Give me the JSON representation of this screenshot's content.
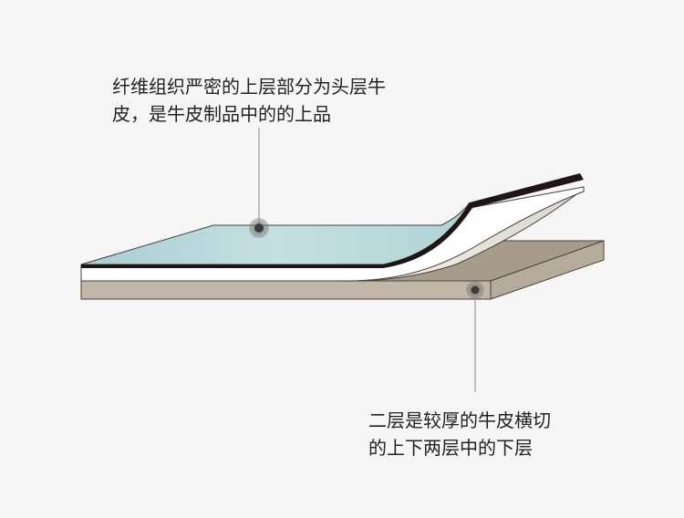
{
  "labels": {
    "top": {
      "line1": "纤维组织严密的上层部分为头层牛",
      "line2": "皮，是牛皮制品中的的上品"
    },
    "bottom": {
      "line1": "二层是较厚的牛皮横切",
      "line2": "的上下两层中的下层"
    }
  },
  "colors": {
    "background": "#f6f6f6",
    "top_layer_surface": "#b4d5d9",
    "top_layer_edge": "#1e1616",
    "white_layer": "#ffffff",
    "peeled_underside": "#dcdbd2",
    "split_layer_top": "#a79c8c",
    "split_layer_side": "#b7ac9c",
    "split_layer_front": "#c0b7a9",
    "outline": "#4a4038",
    "marker": "#3a3a3a",
    "leader_line": "#8a8a8a"
  }
}
